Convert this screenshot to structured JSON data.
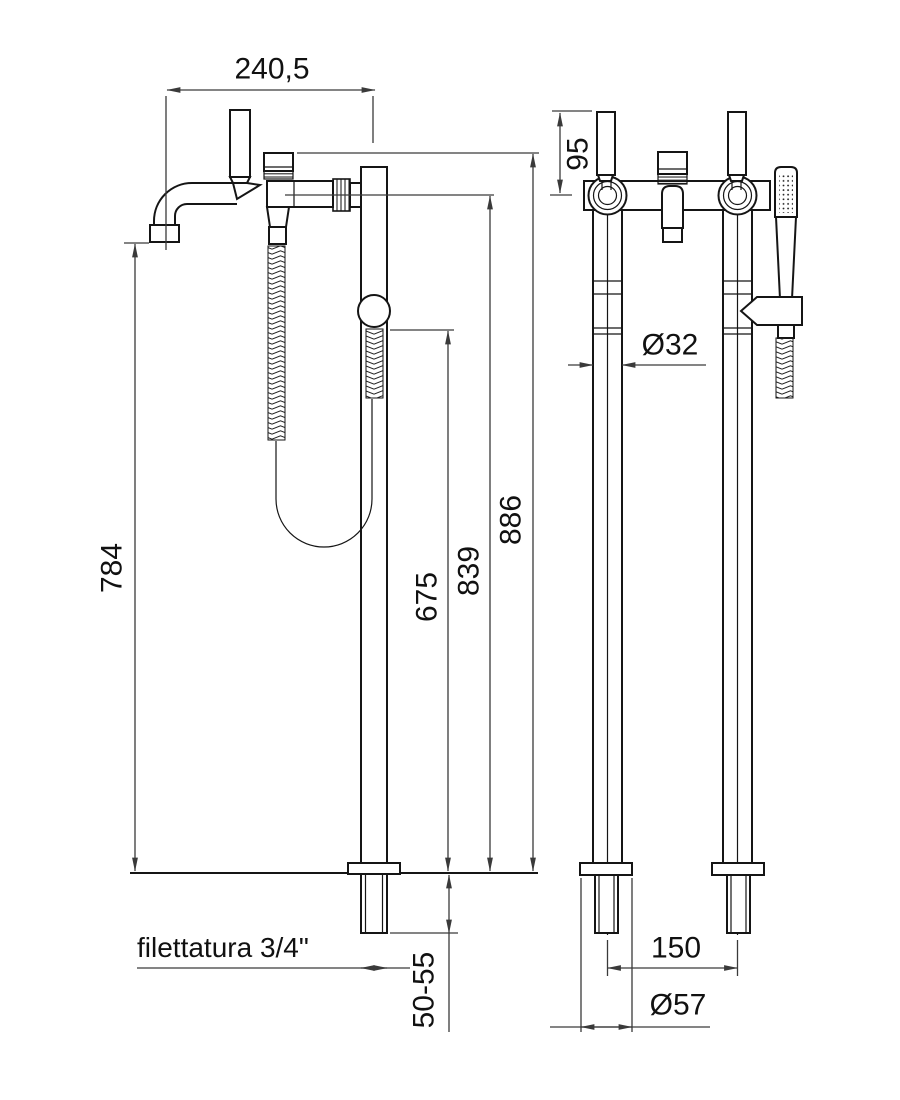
{
  "drawing": {
    "type": "technical-dimension-drawing",
    "subject": "freestanding floor-mounted bath mixer with hand shower, two projections",
    "labels": {
      "width_overall": "240,5",
      "handle_height": "95",
      "spout_height": "784",
      "holder_height": "675",
      "body_height": "839",
      "total_height": "886",
      "column_diameter": "Ø32",
      "centers_distance": "150",
      "flange_diameter": "Ø57",
      "floor_depth": "50-55",
      "thread_note": "filettatura 3/4\""
    },
    "colors": {
      "line": "#151515",
      "dimension_line": "#3a3a3a",
      "background": "#ffffff"
    }
  }
}
